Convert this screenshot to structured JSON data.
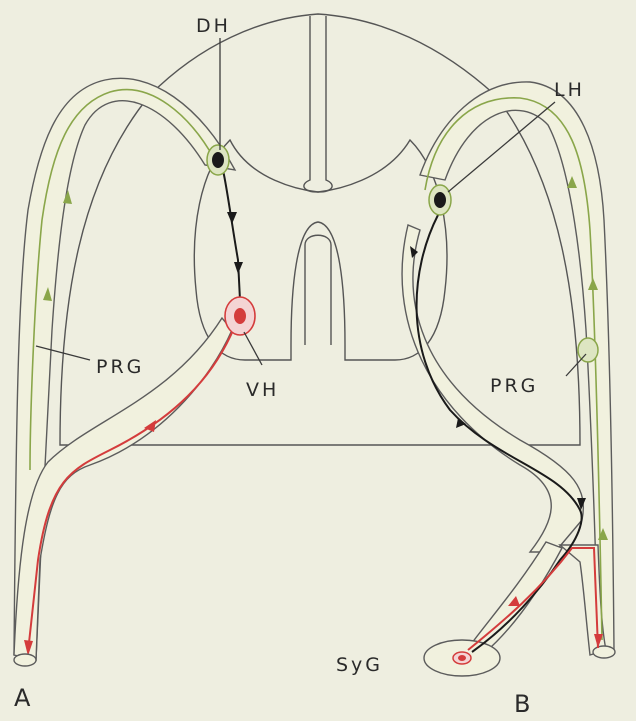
{
  "labels": {
    "dorsal_horn": "DH",
    "lateral_horn": "LH",
    "ventral_horn": "VH",
    "ganglion_left": "PRG",
    "ganglion_right": "PRG",
    "sympathetic_ganglion": "SyG",
    "panel_a": "A",
    "panel_b": "B"
  },
  "colors": {
    "background": "#eeeee0",
    "somatic_efferent": "#d43c3c",
    "afferent": "#8aa64a",
    "visceral_efferent": "#1a1a1a",
    "outline": "#555555"
  }
}
